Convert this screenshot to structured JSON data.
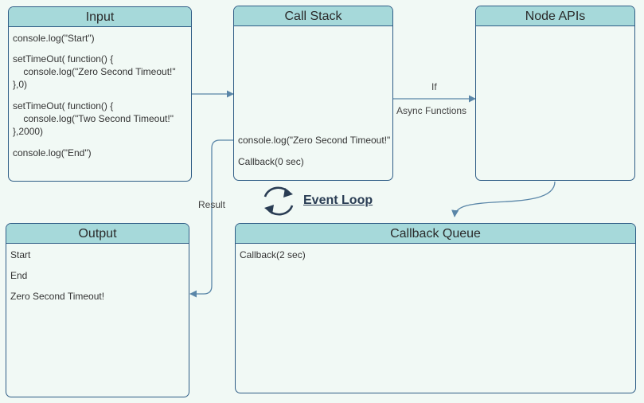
{
  "panels": {
    "input": {
      "title": "Input",
      "lines": [
        "console.log(\"Start\")",
        "setTimeOut( function() {",
        "    console.log(\"Zero Second Timeout!\"",
        "},0)",
        "setTimeOut( function() {",
        "    console.log(\"Two Second Timeout!\"",
        "},2000)",
        "console.log(\"End\")"
      ]
    },
    "call_stack": {
      "title": "Call Stack",
      "items": [
        "console.log(\"Zero Second Timeout!\"",
        "Callback(0 sec)"
      ]
    },
    "node_apis": {
      "title": "Node APIs"
    },
    "output": {
      "title": "Output",
      "lines": [
        "Start",
        "End",
        "Zero Second Timeout!"
      ]
    },
    "callback_queue": {
      "title": "Callback Queue",
      "items": [
        "Callback(2 sec)"
      ]
    }
  },
  "labels": {
    "if": "If",
    "async_functions": "Async Functions",
    "result": "Result",
    "event_loop": "Event Loop"
  },
  "colors": {
    "header_fill": "#a6d9da",
    "border": "#2f5d86",
    "background": "#f1f9f5",
    "arrow": "#5a86a8"
  },
  "icons": {
    "event_loop": "refresh-cycle-icon"
  }
}
